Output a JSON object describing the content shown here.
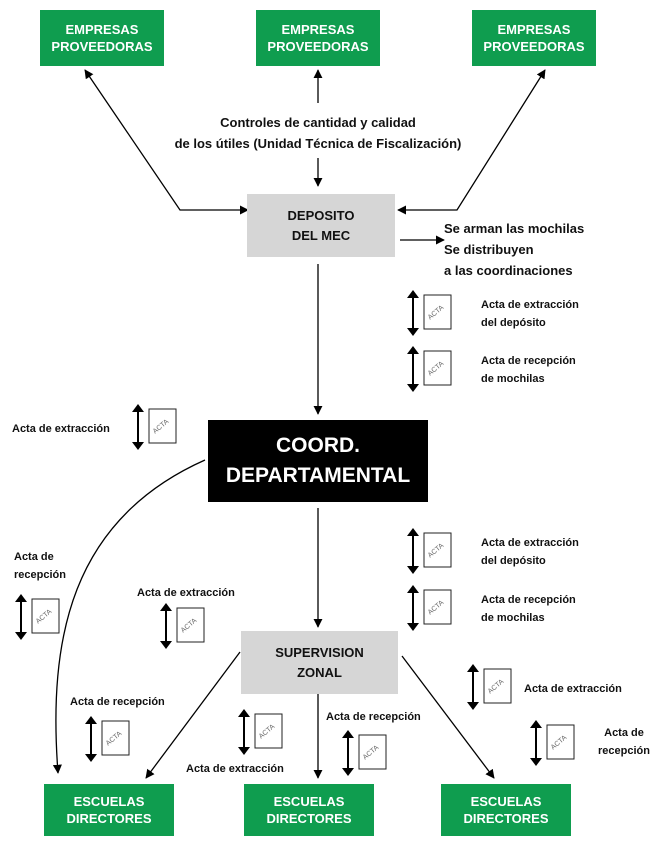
{
  "providers": [
    {
      "label": "EMPRESAS\nPROVEEDORAS"
    },
    {
      "label": "EMPRESAS\nPROVEEDORAS"
    },
    {
      "label": "EMPRESAS\nPROVEEDORAS"
    }
  ],
  "controls_note": "Controles de cantidad y calidad\nde los útiles (Unidad Técnica de Fiscalización)",
  "deposito": {
    "label": "DEPOSITO\nDEL MEC"
  },
  "deposito_actions": "Se arman las mochilas\nSe distribuyen\na las coordinaciones",
  "coord": {
    "label": "COORD.\nDEPARTAMENTAL"
  },
  "supervision": {
    "label": "SUPERVISION\nZONAL"
  },
  "schools": [
    {
      "label": "ESCUELAS\nDIRECTORES"
    },
    {
      "label": "ESCUELAS\nDIRECTORES"
    },
    {
      "label": "ESCUELAS\nDIRECTORES"
    }
  ],
  "acta_icon_text": "ACTA",
  "notes": {
    "dep_extraccion": "Acta de extracción\ndel depósito",
    "dep_recepcion": "Acta de recepción\nde mochilas",
    "coord_extraccion": "Acta de extracción",
    "mid_extraccion": "Acta de extracción\ndel depósito",
    "mid_recepcion": "Acta de recepción\nde mochilas",
    "left_recepcion": "Acta de\nrecepción",
    "left_extraccion": "Acta de extracción",
    "lower_recepcion": "Acta de recepción",
    "center_extraccion": "Acta de extracción",
    "center_recepcion": "Acta de recepción",
    "right_extraccion": "Acta de extracción",
    "right_recepcion": "Acta de\nrecepción"
  },
  "colors": {
    "green": "#0f9d4f",
    "gray": "#d6d6d6",
    "black": "#000000"
  }
}
